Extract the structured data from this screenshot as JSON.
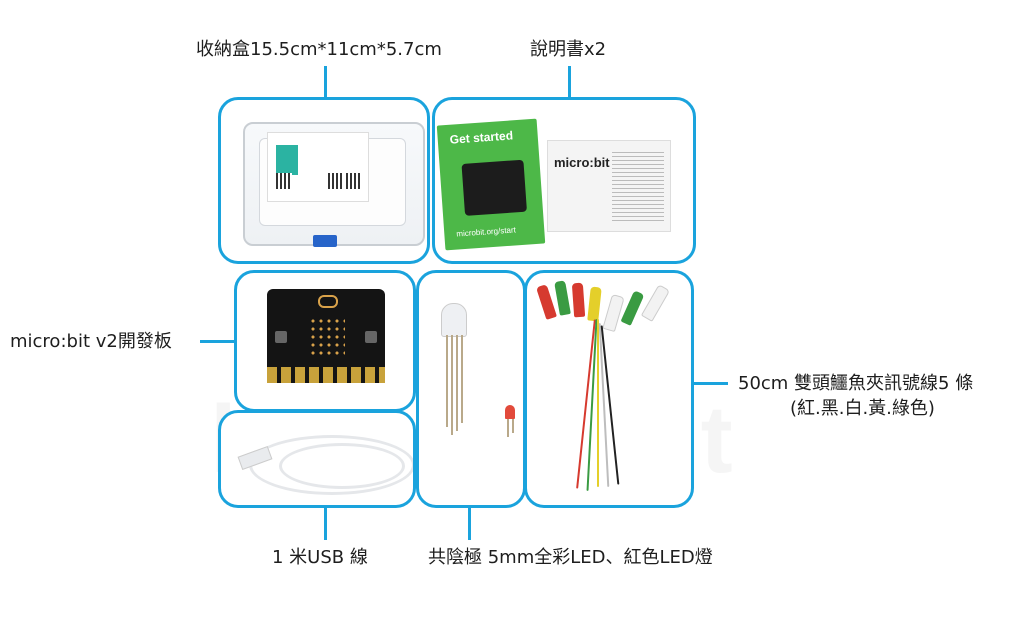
{
  "labels": {
    "storage_box": "收納盒15.5cm*11cm*5.7cm",
    "manual": "說明書x2",
    "board": "micro:bit v2開發板",
    "clip_wires_line1": "50cm 雙頭鱷魚夾訊號線5 條",
    "clip_wires_line2": "(紅.黑.白.黃.綠色)",
    "usb_cable": "1 米USB 線",
    "led": "共陰極 5mm全彩LED、紅色LED燈"
  },
  "manual_card": {
    "get_started": "Get started",
    "url": "microbit.org/start",
    "brand": "micro:bit"
  },
  "watermark": "kodorobot",
  "colors": {
    "frame": "#1aa3dd",
    "green_card": "#4db848"
  },
  "icons": {
    "storage_box": "clear-plastic-box",
    "manual": "booklet",
    "board": "microbit-board",
    "led": "led",
    "wires": "alligator-clip-wires",
    "usb": "usb-cable"
  }
}
